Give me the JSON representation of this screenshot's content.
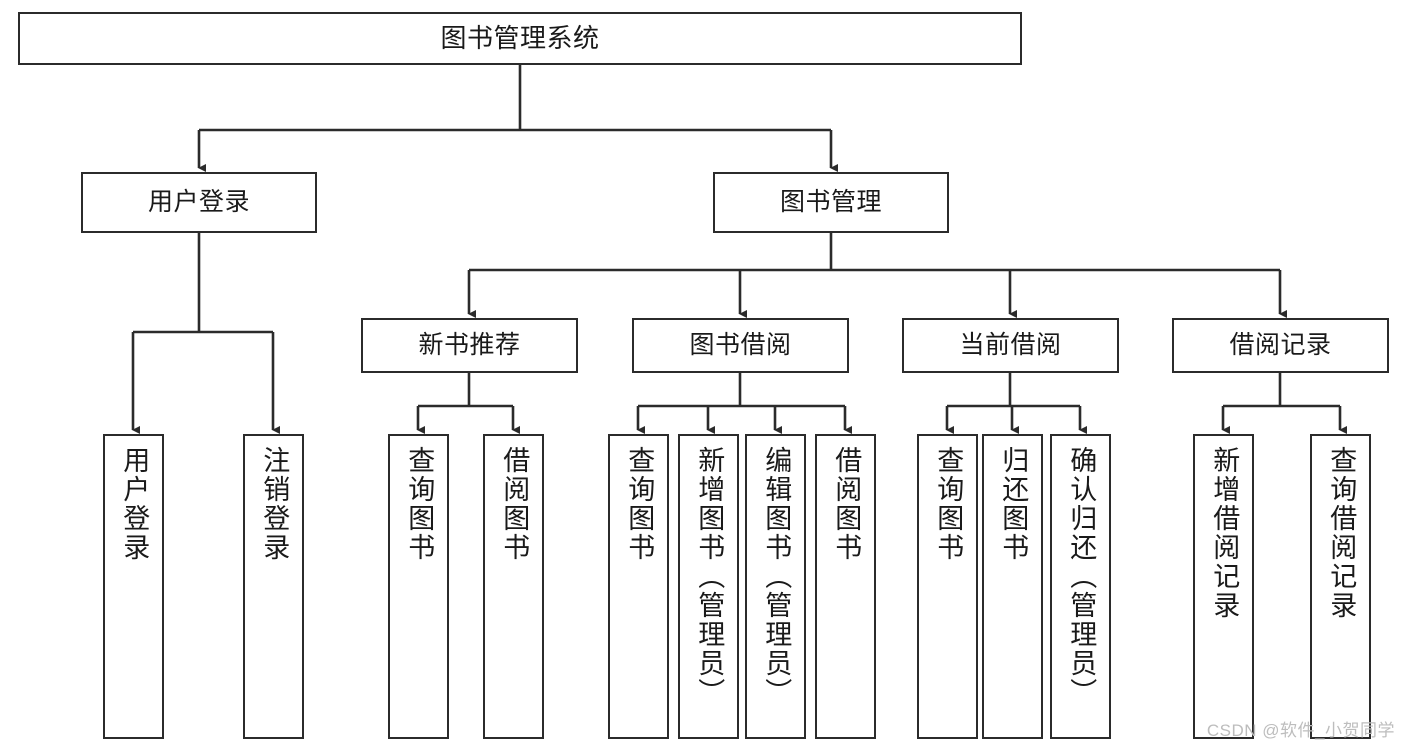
{
  "diagram": {
    "title": "图书管理系统",
    "type": "tree-hierarchy",
    "watermark": "CSDN @软件_小贺同学",
    "colors": {
      "stroke": "#2b2b2b",
      "fill": "#ffffff",
      "text": "#1a1a1a",
      "watermark": "#bdbdbd"
    }
  },
  "nodes": {
    "root": {
      "label": "图书管理系统"
    },
    "level1": [
      {
        "id": "user-login",
        "label": "用户登录"
      },
      {
        "id": "book-management",
        "label": "图书管理"
      }
    ],
    "level2": [
      {
        "id": "new-book-recommend",
        "label": "新书推荐"
      },
      {
        "id": "book-borrow",
        "label": "图书借阅"
      },
      {
        "id": "current-borrow",
        "label": "当前借阅"
      },
      {
        "id": "borrow-record",
        "label": "借阅记录"
      }
    ],
    "leaves": [
      {
        "id": "leaf-user-login",
        "label": "用户登录",
        "parent": "user-login"
      },
      {
        "id": "leaf-user-logout",
        "label": "注销登录",
        "parent": "user-login"
      },
      {
        "id": "leaf-query-book-1",
        "label": "查询图书",
        "parent": "new-book-recommend"
      },
      {
        "id": "leaf-borrow-book-1",
        "label": "借阅图书",
        "parent": "new-book-recommend"
      },
      {
        "id": "leaf-query-book-2",
        "label": "查询图书",
        "parent": "book-borrow"
      },
      {
        "id": "leaf-add-book",
        "label": "新增图书（管理员）",
        "parent": "book-borrow"
      },
      {
        "id": "leaf-edit-book",
        "label": "编辑图书（管理员）",
        "parent": "book-borrow"
      },
      {
        "id": "leaf-borrow-book-2",
        "label": "借阅图书",
        "parent": "book-borrow"
      },
      {
        "id": "leaf-query-book-3",
        "label": "查询图书",
        "parent": "current-borrow"
      },
      {
        "id": "leaf-return-book",
        "label": "归还图书",
        "parent": "current-borrow"
      },
      {
        "id": "leaf-confirm-return",
        "label": "确认归还（管理员）",
        "parent": "current-borrow"
      },
      {
        "id": "leaf-add-record",
        "label": "新增借阅记录",
        "parent": "borrow-record"
      },
      {
        "id": "leaf-query-record",
        "label": "查询借阅记录",
        "parent": "borrow-record"
      }
    ]
  }
}
